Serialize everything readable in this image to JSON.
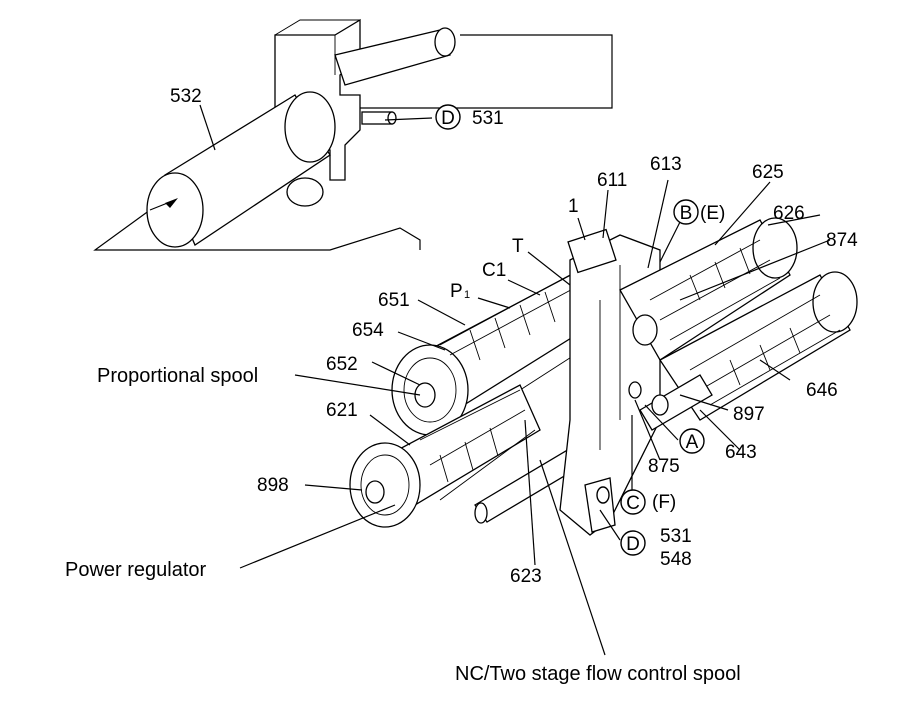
{
  "diagram": {
    "labels": {
      "l532": "532",
      "l531_top": "531",
      "l611": "611",
      "l613": "613",
      "l625": "625",
      "l1": "1",
      "lE": "(E)",
      "l626": "626",
      "l874": "874",
      "lT": "T",
      "lC1": "C1",
      "lP": "P",
      "lP_sub": "1",
      "l651": "651",
      "l654": "654",
      "l652": "652",
      "l621": "621",
      "l646": "646",
      "l897": "897",
      "l643": "643",
      "l875": "875",
      "lF": "(F)",
      "l898": "898",
      "l531_bottom": "531",
      "l548": "548",
      "l623": "623"
    },
    "circled": {
      "D_top": "D",
      "B": "B",
      "A": "A",
      "C": "C",
      "D_bottom": "D"
    },
    "captions": {
      "proportional_spool": "Proportional spool",
      "power_regulator": "Power regulator",
      "flow_control_spool": "NC/Two stage flow control spool"
    }
  }
}
